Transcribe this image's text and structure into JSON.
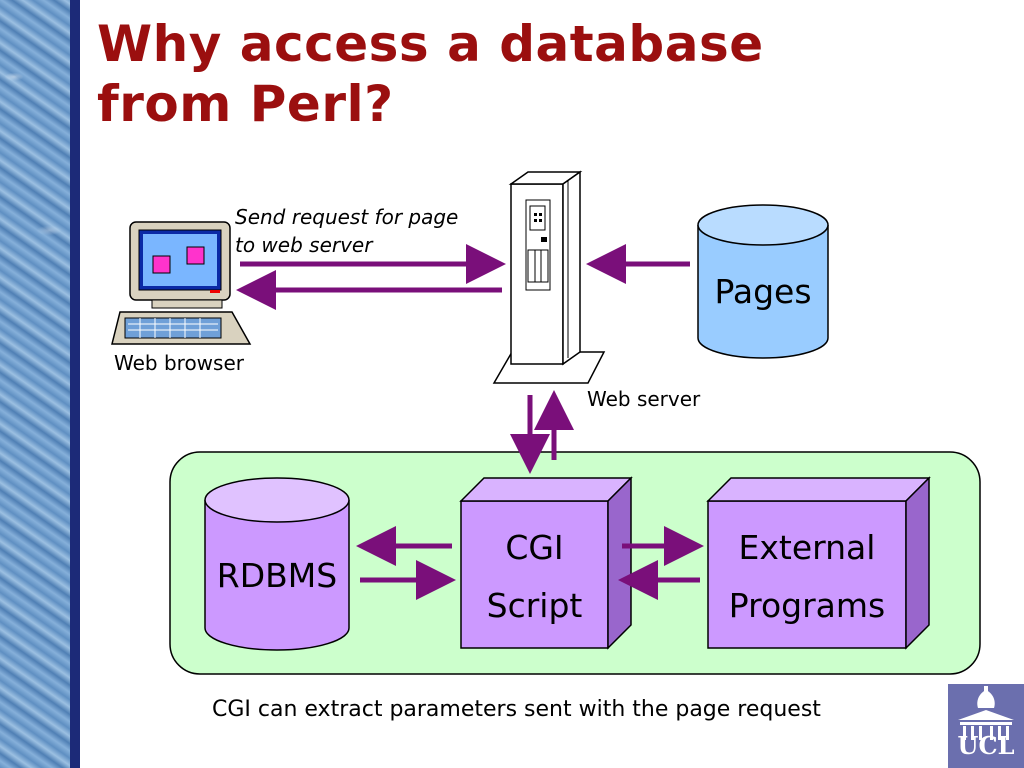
{
  "slide": {
    "title_line1": "Why access a database",
    "title_line2": "from Perl?",
    "caption": "CGI can extract parameters sent with the page request"
  },
  "diagram": {
    "request_label_line1": "Send request for page",
    "request_label_line2": "to web server",
    "web_browser_label": "Web browser",
    "web_server_label": "Web server",
    "pages_label": "Pages",
    "rdbms_label": "RDBMS",
    "cgi_line1": "CGI",
    "cgi_line2": "Script",
    "external_line1": "External",
    "external_line2": "Programs"
  },
  "logo": {
    "text": "UCL"
  },
  "colors": {
    "title": "#9b0f0f",
    "arrow": "#7a0f7a",
    "panel_fill": "#ccffcc",
    "box_fill": "#cc99ff",
    "pages_fill": "#99ccff",
    "sidebar_stripe": "#1c2a78",
    "logo_bg": "#6b6fae"
  }
}
